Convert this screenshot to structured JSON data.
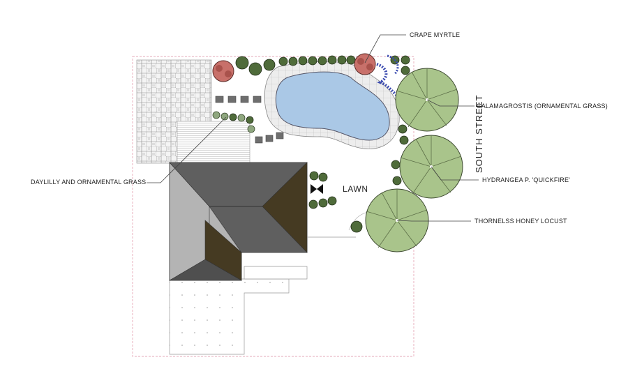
{
  "labels": {
    "crape_myrtle": "CRAPE MYRTLE",
    "calamagrostis": "CALAMAGROSTIS (ORNAMENTAL GRASS)",
    "south_street": "SOUTH STREET",
    "hydrangea": "HYDRANGEA P. 'QUICKFIRE'",
    "honey_locust": "THORNELSS HONEY LOCUST",
    "daylilly": "DAYLILLY AND ORNAMENTAL GRASS",
    "lawn": "LAWN"
  },
  "colors": {
    "pool_water": "#aac8e6",
    "pool_deck": "#e6e6e6",
    "tree_canopy": "#a9c48b",
    "crape_myrtle": "#c8706a",
    "roof_light": "#b4b4b4",
    "roof_mid": "#5f5f5f",
    "roof_dark": "#453a22",
    "property_line": "#e6a9b8"
  }
}
